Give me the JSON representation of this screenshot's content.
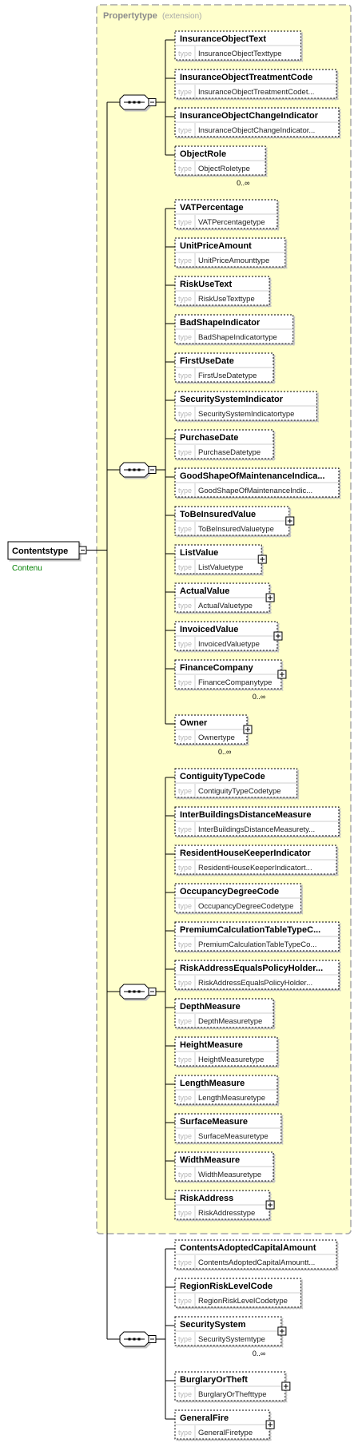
{
  "extension_box": {
    "title": "Propertytype",
    "note": "(extension)"
  },
  "root": {
    "name": "Contentstype",
    "annotation": "Contenu"
  },
  "type_keyword": "type",
  "groups": [
    {
      "id": "g1",
      "elements": [
        {
          "name": "InsuranceObjectText",
          "type": "InsuranceObjectTexttype",
          "expand": false,
          "occ": ""
        },
        {
          "name": "InsuranceObjectTreatmentCode",
          "type": "InsuranceObjectTreatmentCodet...",
          "expand": false,
          "occ": ""
        },
        {
          "name": "InsuranceObjectChangeIndicator",
          "type": "InsuranceObjectChangeIndicator...",
          "expand": false,
          "occ": ""
        },
        {
          "name": "ObjectRole",
          "type": "ObjectRoletype",
          "expand": false,
          "occ": "0..∞"
        }
      ]
    },
    {
      "id": "g2",
      "elements": [
        {
          "name": "VATPercentage",
          "type": "VATPercentagetype",
          "expand": false,
          "occ": ""
        },
        {
          "name": "UnitPriceAmount",
          "type": "UnitPriceAmounttype",
          "expand": false,
          "occ": ""
        },
        {
          "name": "RiskUseText",
          "type": "RiskUseTexttype",
          "expand": false,
          "occ": ""
        },
        {
          "name": "BadShapeIndicator",
          "type": "BadShapeIndicatortype",
          "expand": false,
          "occ": ""
        },
        {
          "name": "FirstUseDate",
          "type": "FirstUseDatetype",
          "expand": false,
          "occ": ""
        },
        {
          "name": "SecuritySystemIndicator",
          "type": "SecuritySystemIndicatortype",
          "expand": false,
          "occ": ""
        },
        {
          "name": "PurchaseDate",
          "type": "PurchaseDatetype",
          "expand": false,
          "occ": ""
        },
        {
          "name": "GoodShapeOfMaintenanceIndica...",
          "type": "GoodShapeOfMaintenanceIndic...",
          "expand": false,
          "occ": ""
        },
        {
          "name": "ToBeInsuredValue",
          "type": "ToBeInsuredValuetype",
          "expand": true,
          "occ": ""
        },
        {
          "name": "ListValue",
          "type": "ListValuetype",
          "expand": true,
          "occ": ""
        },
        {
          "name": "ActualValue",
          "type": "ActualValuetype",
          "expand": true,
          "occ": ""
        },
        {
          "name": "InvoicedValue",
          "type": "InvoicedValuetype",
          "expand": true,
          "occ": ""
        },
        {
          "name": "FinanceCompany",
          "type": "FinanceCompanytype",
          "expand": true,
          "occ": "0..∞"
        },
        {
          "name": "Owner",
          "type": "Ownertype",
          "expand": true,
          "occ": "0..∞"
        }
      ]
    },
    {
      "id": "g3",
      "elements": [
        {
          "name": "ContiguityTypeCode",
          "type": "ContiguityTypeCodetype",
          "expand": false,
          "occ": ""
        },
        {
          "name": "InterBuildingsDistanceMeasure",
          "type": "InterBuildingsDistanceMeasurety...",
          "expand": false,
          "occ": ""
        },
        {
          "name": "ResidentHouseKeeperIndicator",
          "type": "ResidentHouseKeeperIndicatort...",
          "expand": false,
          "occ": ""
        },
        {
          "name": "OccupancyDegreeCode",
          "type": "OccupancyDegreeCodetype",
          "expand": false,
          "occ": ""
        },
        {
          "name": "PremiumCalculationTableTypeC...",
          "type": "PremiumCalculationTableTypeCo...",
          "expand": false,
          "occ": ""
        },
        {
          "name": "RiskAddressEqualsPolicyHolder...",
          "type": "RiskAddressEqualsPolicyHolder...",
          "expand": false,
          "occ": ""
        },
        {
          "name": "DepthMeasure",
          "type": "DepthMeasuretype",
          "expand": false,
          "occ": ""
        },
        {
          "name": "HeightMeasure",
          "type": "HeightMeasuretype",
          "expand": false,
          "occ": ""
        },
        {
          "name": "LengthMeasure",
          "type": "LengthMeasuretype",
          "expand": false,
          "occ": ""
        },
        {
          "name": "SurfaceMeasure",
          "type": "SurfaceMeasuretype",
          "expand": false,
          "occ": ""
        },
        {
          "name": "WidthMeasure",
          "type": "WidthMeasuretype",
          "expand": false,
          "occ": ""
        },
        {
          "name": "RiskAddress",
          "type": "RiskAddresstype",
          "expand": true,
          "occ": ""
        }
      ]
    },
    {
      "id": "g4",
      "elements": [
        {
          "name": "ContentsAdoptedCapitalAmount",
          "type": "ContentsAdoptedCapitalAmountt...",
          "expand": false,
          "occ": ""
        },
        {
          "name": "RegionRiskLevelCode",
          "type": "RegionRiskLevelCodetype",
          "expand": false,
          "occ": ""
        },
        {
          "name": "SecuritySystem",
          "type": "SecuritySystemtype",
          "expand": true,
          "occ": "0..∞"
        },
        {
          "name": "BurglaryOrTheft",
          "type": "BurglaryOrThefttype",
          "expand": true,
          "occ": ""
        },
        {
          "name": "GeneralFire",
          "type": "GeneralFiretype",
          "expand": true,
          "occ": ""
        }
      ]
    }
  ],
  "colors": {
    "extension_fill": "#ffffcc",
    "extension_border": "#a8a8a8",
    "element_fill": "#ffffff",
    "connector": "#000000",
    "annotation": "#008000",
    "title_gray": "#8c8c8c"
  }
}
